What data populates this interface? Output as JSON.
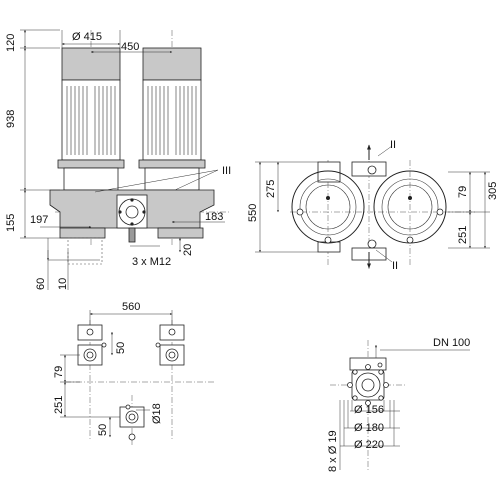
{
  "front_view": {
    "dim_diameter_motor": "Ø 415",
    "dim_width_motors": "450",
    "dim_top": "120",
    "dim_motor_height": "938",
    "dim_base_height": "155",
    "dim_left_flange": "197",
    "dim_right_flange": "183",
    "dim_foot_height": "60",
    "dim_foot_offset": "10",
    "dim_gap": "20",
    "bolt_label": "3 x M12",
    "marker_three": "III"
  },
  "top_view": {
    "dim_total_depth": "550",
    "dim_upper_left": "275",
    "dim_upper_right": "79",
    "dim_right_total": "305",
    "dim_lower_right": "251",
    "marker_two_top": "II",
    "marker_two_bottom": "II"
  },
  "foot_plan": {
    "dim_width": "560",
    "dim_pad_top": "50",
    "dim_offset_79": "79",
    "dim_offset_251": "251",
    "dim_pad_bottom": "50",
    "dim_hole": "Ø18"
  },
  "flange_detail": {
    "label_dn": "DN 100",
    "dim_d156": "Ø 156",
    "dim_d180": "Ø 180",
    "dim_d220": "Ø 220",
    "dim_bolts": "8 x Ø 19"
  }
}
